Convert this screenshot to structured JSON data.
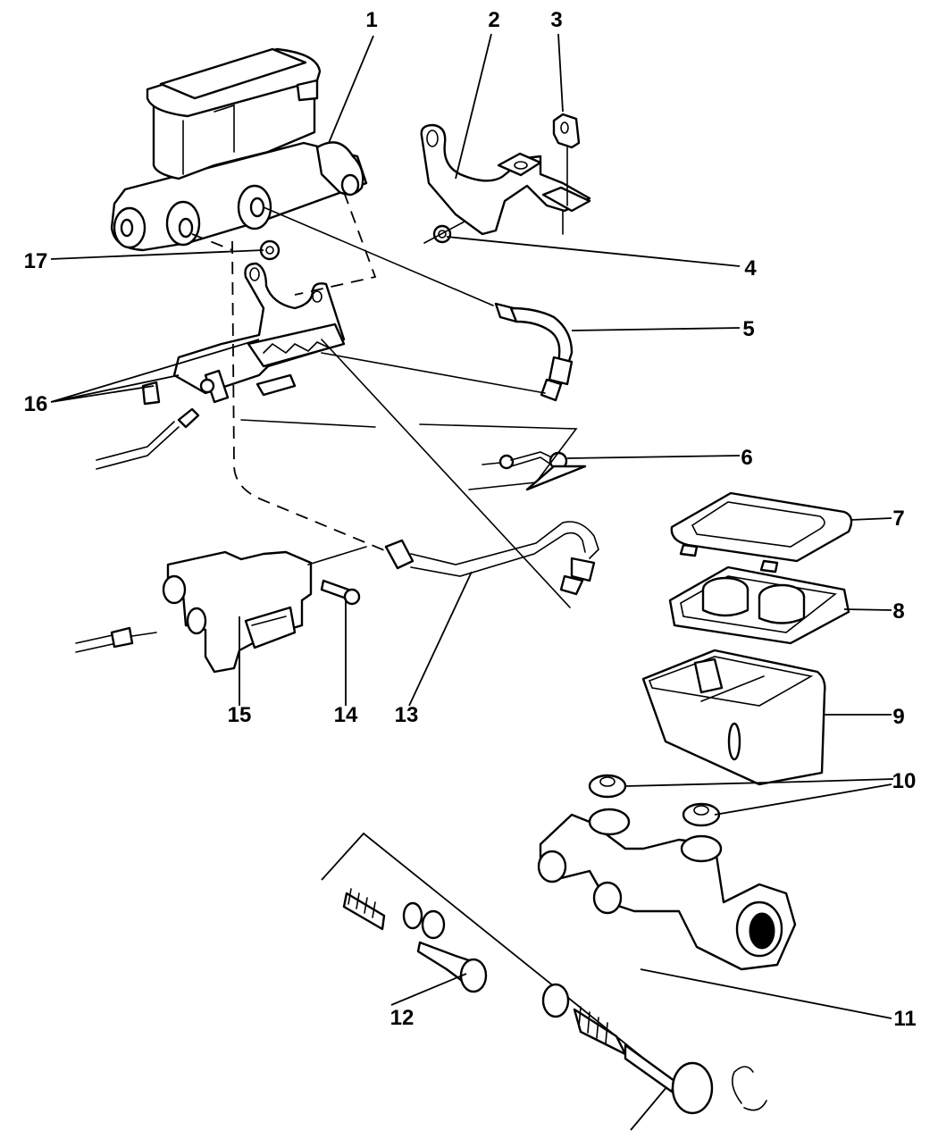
{
  "diagram": {
    "type": "exploded parts view",
    "subject": "brake master cylinder assembly",
    "line_color": "#000000",
    "background_color": "#ffffff"
  },
  "callouts": {
    "c1": "1",
    "c2": "2",
    "c3": "3",
    "c4": "4",
    "c5": "5",
    "c6": "6",
    "c7": "7",
    "c8": "8",
    "c9": "9",
    "c10": "10",
    "c11": "11",
    "c12": "12",
    "c13": "13",
    "c14": "14",
    "c15": "15",
    "c16": "16",
    "c17": "17"
  }
}
